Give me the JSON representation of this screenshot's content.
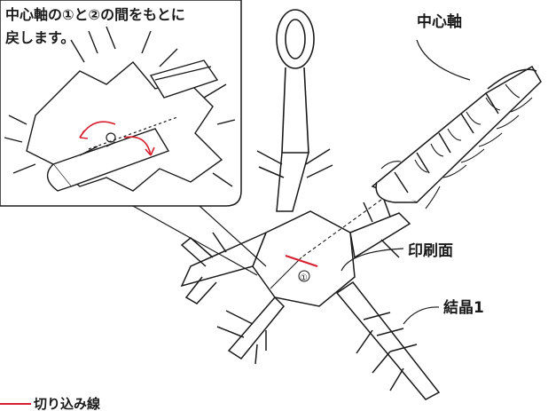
{
  "callout": {
    "line1": "中心軸の①と②の間をもとに",
    "line2": "戻します。"
  },
  "labels": {
    "center_axis": "中心軸",
    "print_side": "印刷面",
    "crystal": "結晶1",
    "marker_1": "①"
  },
  "legend": {
    "cut_line": "切り込み線"
  },
  "colors": {
    "cut_line": "#d6202f",
    "ink": "#1a1a1a",
    "background": "#ffffff"
  }
}
